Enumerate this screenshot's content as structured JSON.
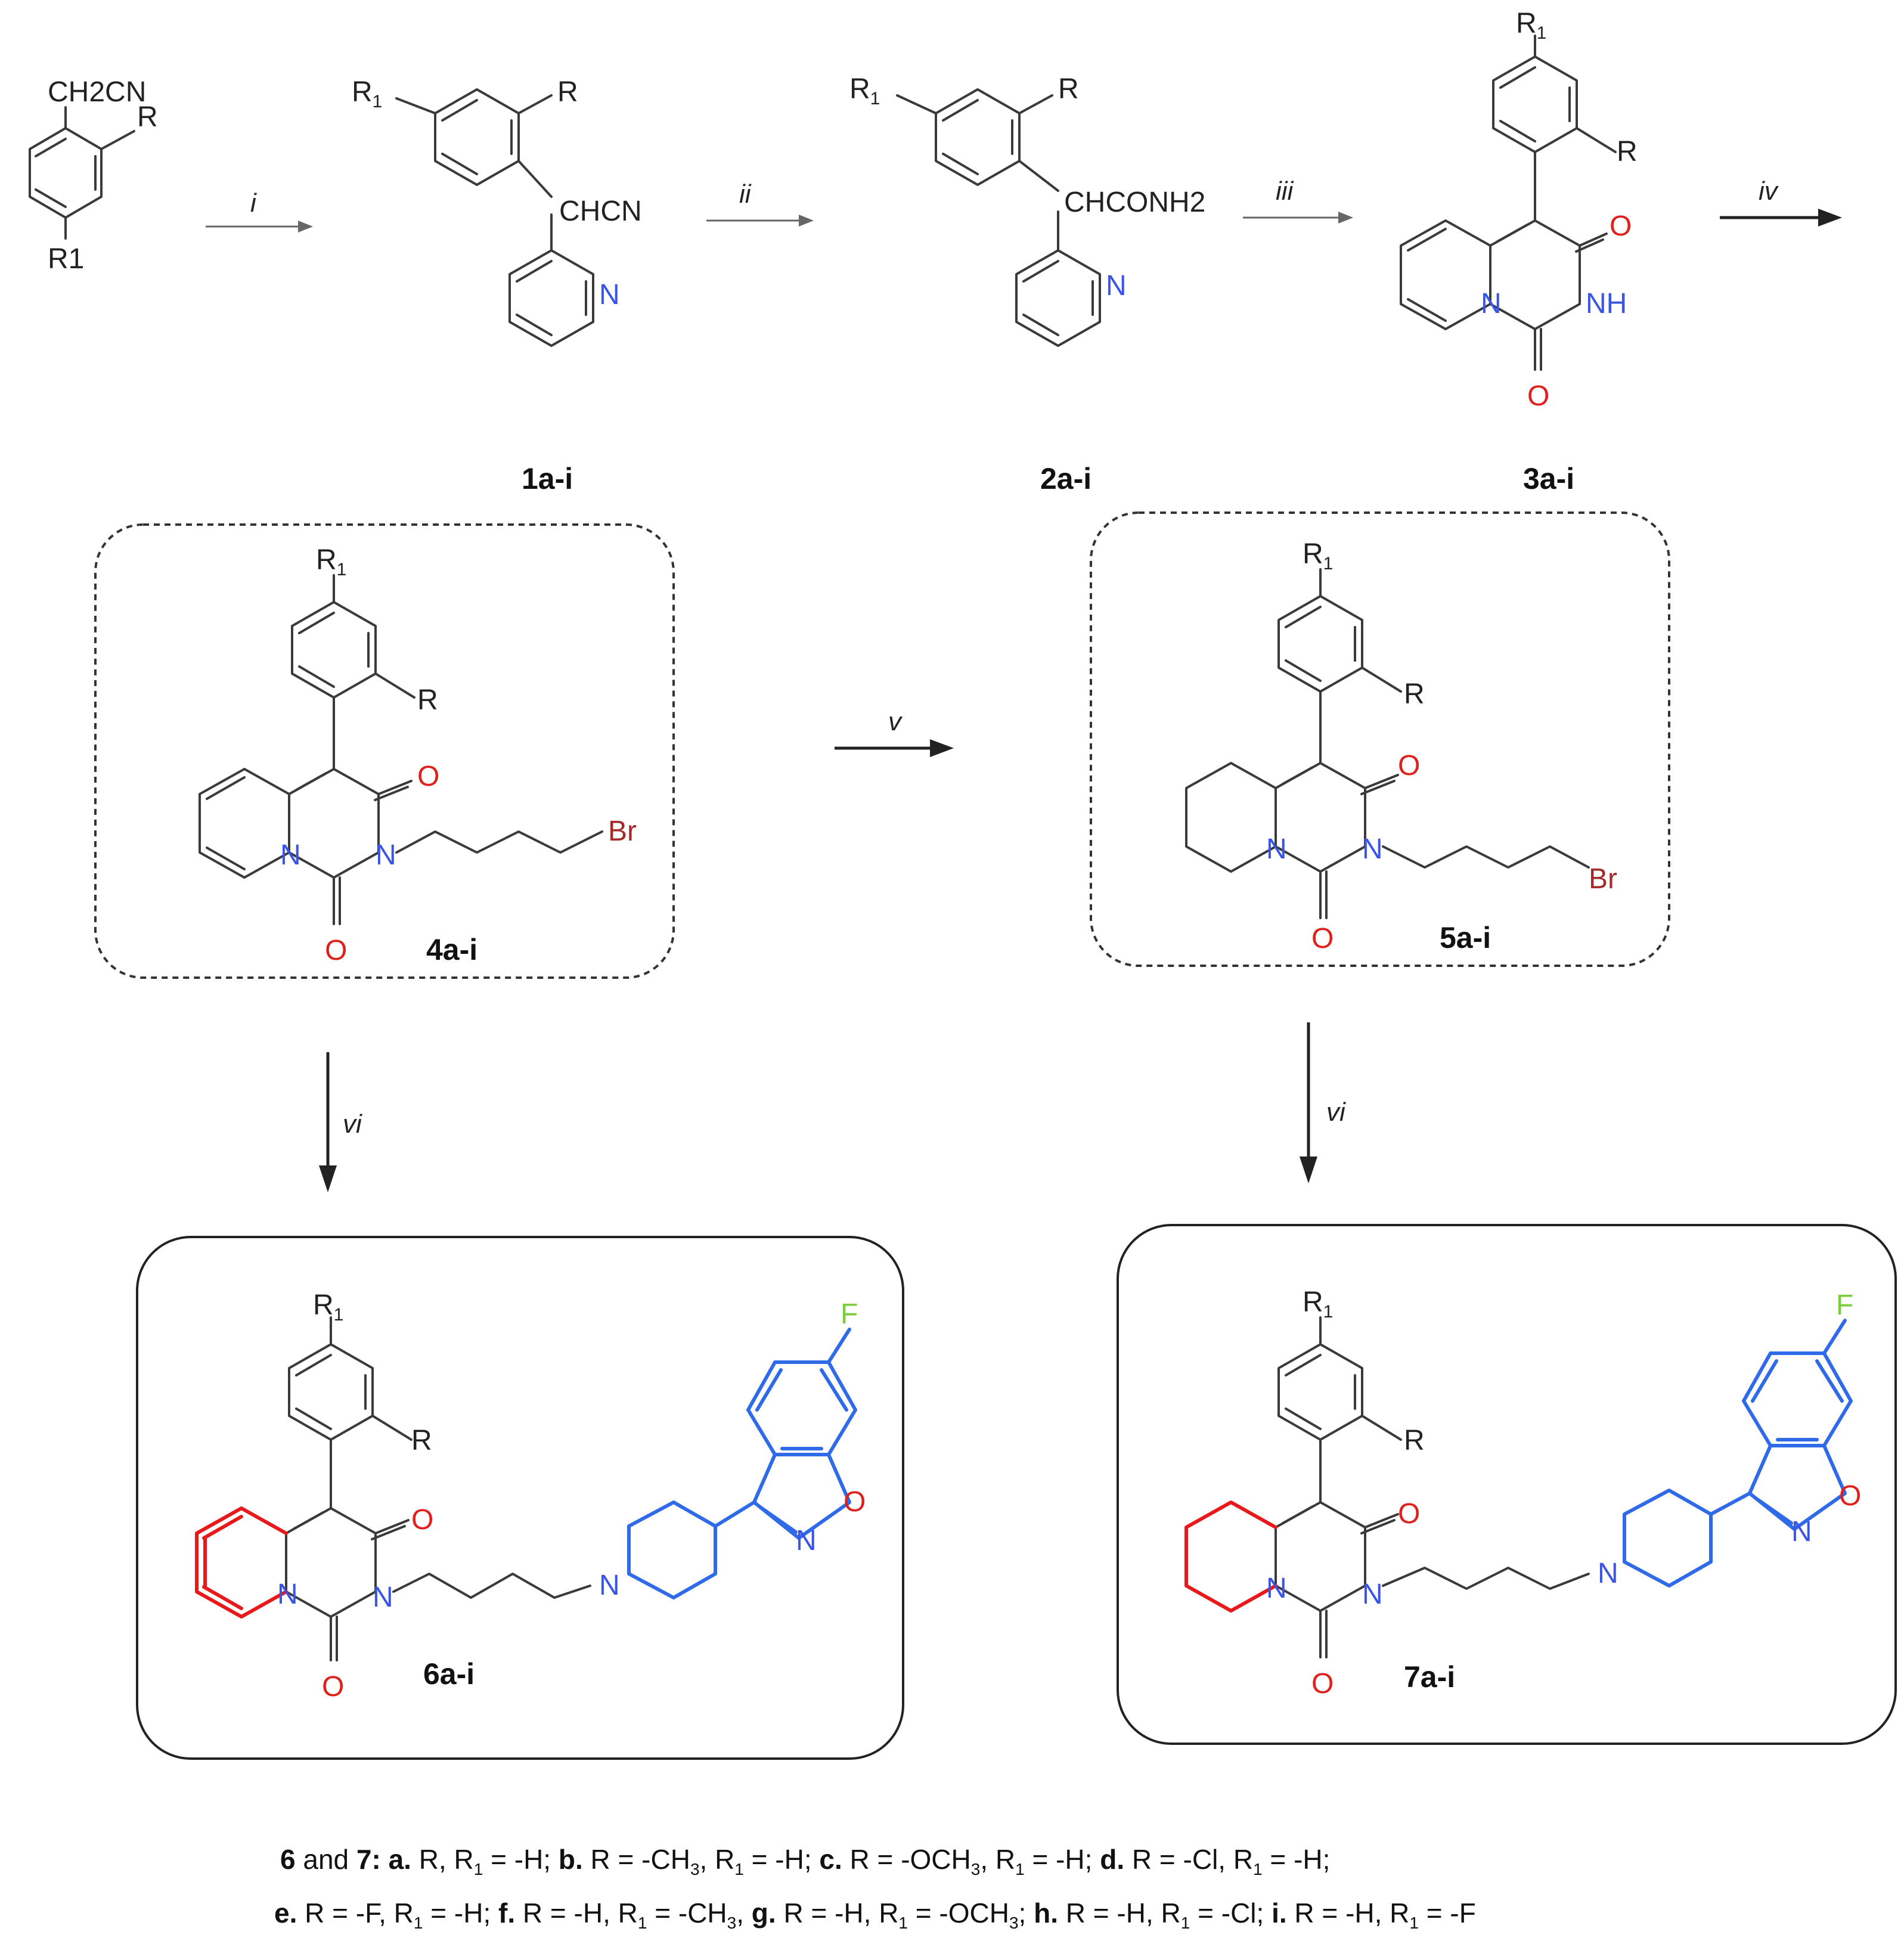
{
  "reagents": [
    "i",
    "ii",
    "iii",
    "iv",
    "v",
    "vi",
    "vi"
  ],
  "compounds": {
    "c1": "1a-i",
    "c2": "2a-i",
    "c3": "3a-i",
    "c4": "4a-i",
    "c5": "5a-i",
    "c6": "6a-i",
    "c7": "7a-i"
  },
  "start_material": {
    "ch2cn": "CH2CN",
    "r": "R",
    "r1": "R1"
  },
  "atoms": {
    "chcn": "CHCN",
    "chconh2": "CHCONH2",
    "n": "N",
    "nh": "NH",
    "o": "O",
    "br": "Br",
    "f": "F",
    "r": "R",
    "r1_main": "R",
    "r1_sub": "1"
  },
  "legend": {
    "line1": [
      {
        "t": "6",
        "b": true
      },
      {
        "t": " and ",
        "b": false
      },
      {
        "t": "7:",
        "b": true
      },
      {
        "t": " ",
        "b": false
      },
      {
        "t": "a.",
        "b": true
      },
      {
        "t": " R, R",
        "b": false
      },
      {
        "t": "1",
        "b": false,
        "sub": true
      },
      {
        "t": " = -H; ",
        "b": false
      },
      {
        "t": "b.",
        "b": true
      },
      {
        "t": " R = -CH",
        "b": false
      },
      {
        "t": "3",
        "b": false,
        "sub": true
      },
      {
        "t": ", R",
        "b": false
      },
      {
        "t": "1",
        "b": false,
        "sub": true
      },
      {
        "t": " = -H; ",
        "b": false
      },
      {
        "t": "c.",
        "b": true
      },
      {
        "t": " R = -OCH",
        "b": false
      },
      {
        "t": "3",
        "b": false,
        "sub": true
      },
      {
        "t": ", R",
        "b": false
      },
      {
        "t": "1",
        "b": false,
        "sub": true
      },
      {
        "t": " = -H; ",
        "b": false
      },
      {
        "t": "d.",
        "b": true
      },
      {
        "t": " R = -Cl, R",
        "b": false
      },
      {
        "t": "1",
        "b": false,
        "sub": true
      },
      {
        "t": " = -H;",
        "b": false
      }
    ],
    "line2": [
      {
        "t": "e.",
        "b": true
      },
      {
        "t": " R = -F, R",
        "b": false
      },
      {
        "t": "1",
        "b": false,
        "sub": true
      },
      {
        "t": " = -H; ",
        "b": false
      },
      {
        "t": "f.",
        "b": true
      },
      {
        "t": " R = -H, R",
        "b": false
      },
      {
        "t": "1",
        "b": false,
        "sub": true
      },
      {
        "t": " = -CH",
        "b": false
      },
      {
        "t": "3",
        "b": false,
        "sub": true
      },
      {
        "t": ", ",
        "b": false
      },
      {
        "t": "g.",
        "b": true
      },
      {
        "t": " R = -H, R",
        "b": false
      },
      {
        "t": "1",
        "b": false,
        "sub": true
      },
      {
        "t": " = -OCH",
        "b": false
      },
      {
        "t": "3",
        "b": false,
        "sub": true
      },
      {
        "t": "; ",
        "b": false
      },
      {
        "t": "h.",
        "b": true
      },
      {
        "t": " R = -H, R",
        "b": false
      },
      {
        "t": "1",
        "b": false,
        "sub": true
      },
      {
        "t": " = -Cl; ",
        "b": false
      },
      {
        "t": "i.",
        "b": true
      },
      {
        "t": " R = -H, R",
        "b": false
      },
      {
        "t": "1",
        "b": false,
        "sub": true
      },
      {
        "t": " = -F",
        "b": false
      }
    ]
  }
}
